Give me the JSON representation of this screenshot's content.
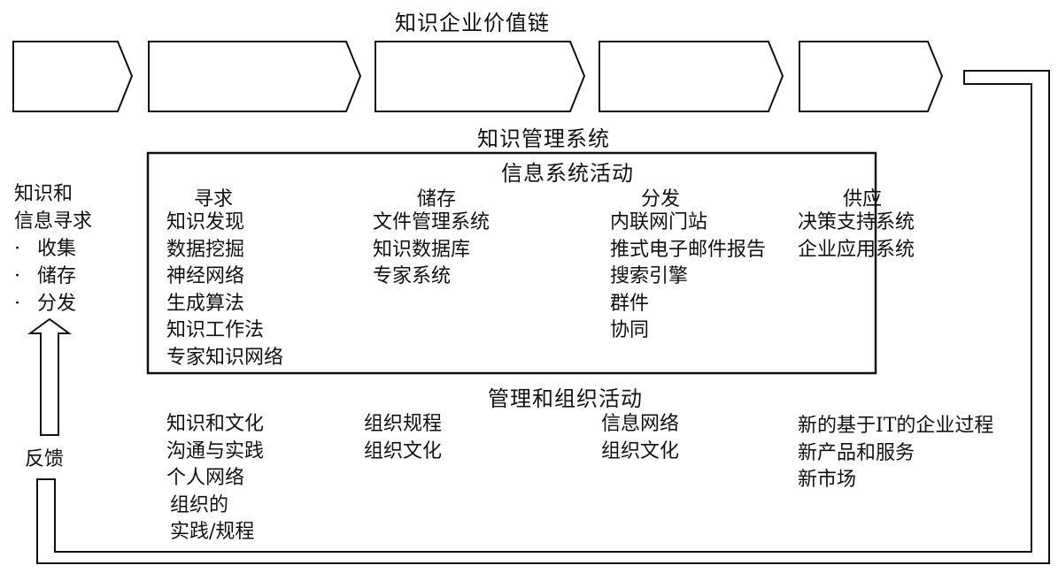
{
  "value_chain_title": "知识企业价值链",
  "km_system_title": "知识管理系统",
  "info_activities": {
    "title": "信息系统活动",
    "columns": [
      {
        "heading": "寻求",
        "items": [
          "知识发现",
          "数据挖掘",
          "神经网络",
          "生成算法",
          "知识工作法",
          "专家知识网络"
        ]
      },
      {
        "heading": "储存",
        "items": [
          "文件管理系统",
          "知识数据库",
          "专家系统"
        ]
      },
      {
        "heading": "分发",
        "items": [
          "内联网门站",
          "推式电子邮件报告",
          "搜索引擎",
          "群件",
          "协同"
        ]
      },
      {
        "heading": "供应",
        "items": [
          "决策支持系统",
          "企业应用系统"
        ]
      }
    ]
  },
  "mgmt_activities": {
    "title": "管理和组织活动",
    "columns": [
      {
        "items": [
          "知识和文化",
          "沟通与实践",
          "个人网络",
          "组织的",
          "实践/规程"
        ]
      },
      {
        "items": [
          "组织规程",
          "组织文化"
        ]
      },
      {
        "items": [
          "信息网络",
          "组织文化"
        ]
      },
      {
        "items": [
          "新的基于IT的企业过程",
          "新产品和服务",
          "新市场"
        ]
      }
    ]
  },
  "left_panel": {
    "title_line1": "知识和",
    "title_line2": "信息寻求",
    "bullet": "·",
    "bullets": [
      "收集",
      "储存",
      "分发"
    ],
    "feedback": "反馈"
  },
  "icons": {
    "chain_step": "chevron-arrow",
    "feedback_up": "hollow-up-arrow",
    "feedback_loop": "return-line"
  }
}
